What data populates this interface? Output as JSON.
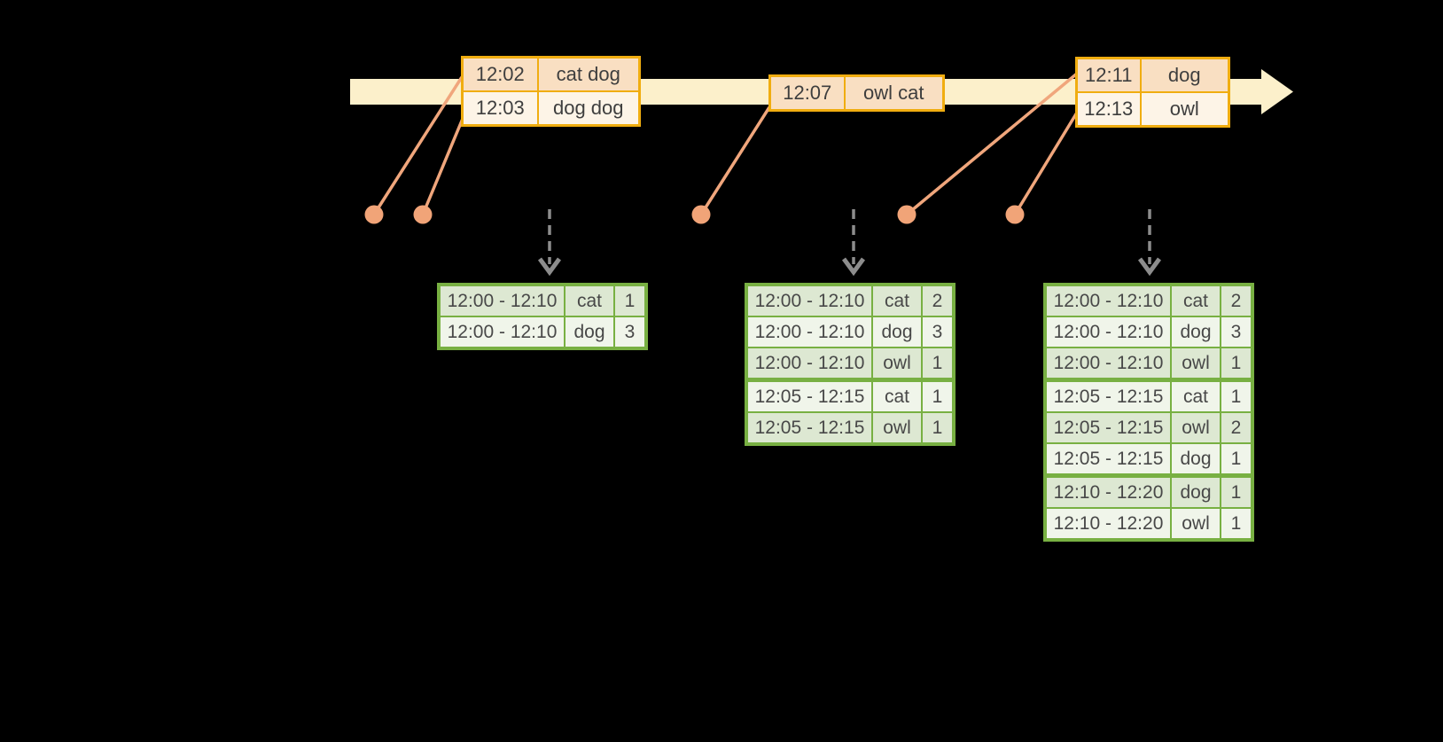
{
  "colors": {
    "background": "#000000",
    "timeline_fill": "#FCF0CB",
    "event_border": "#F0AD10",
    "event_row_dark": "#F9DFC2",
    "event_row_light": "#FDF4E7",
    "event_text": "#3E3E3E",
    "connector": "#F0A67C",
    "dot": "#F1A478",
    "dashed_arrow": "#8D8D8D",
    "result_border": "#78B042",
    "result_row_dark": "#DDE8D2",
    "result_row_light": "#F0F5EA",
    "result_text": "#484848"
  },
  "event_tables": [
    {
      "rows": [
        {
          "time": "12:02",
          "words": "cat dog"
        },
        {
          "time": "12:03",
          "words": "dog dog"
        }
      ]
    },
    {
      "rows": [
        {
          "time": "12:07",
          "words": "owl cat"
        }
      ]
    },
    {
      "rows": [
        {
          "time": "12:11",
          "words": "dog"
        },
        {
          "time": "12:13",
          "words": "owl"
        }
      ]
    }
  ],
  "result_tables": [
    {
      "rows": [
        {
          "window": "12:00 - 12:10",
          "word": "cat",
          "count": "1"
        },
        {
          "window": "12:00 - 12:10",
          "word": "dog",
          "count": "3"
        }
      ]
    },
    {
      "rows": [
        {
          "window": "12:00 - 12:10",
          "word": "cat",
          "count": "2"
        },
        {
          "window": "12:00 - 12:10",
          "word": "dog",
          "count": "3"
        },
        {
          "window": "12:00 - 12:10",
          "word": "owl",
          "count": "1"
        },
        {
          "window": "12:05 - 12:15",
          "word": "cat",
          "count": "1"
        },
        {
          "window": "12:05 - 12:15",
          "word": "owl",
          "count": "1"
        }
      ]
    },
    {
      "rows": [
        {
          "window": "12:00 - 12:10",
          "word": "cat",
          "count": "2"
        },
        {
          "window": "12:00 - 12:10",
          "word": "dog",
          "count": "3"
        },
        {
          "window": "12:00 - 12:10",
          "word": "owl",
          "count": "1"
        },
        {
          "window": "12:05 - 12:15",
          "word": "cat",
          "count": "1"
        },
        {
          "window": "12:05 - 12:15",
          "word": "owl",
          "count": "2"
        },
        {
          "window": "12:05 - 12:15",
          "word": "dog",
          "count": "1"
        },
        {
          "window": "12:10 - 12:20",
          "word": "dog",
          "count": "1"
        },
        {
          "window": "12:10 - 12:20",
          "word": "owl",
          "count": "1"
        }
      ]
    }
  ]
}
